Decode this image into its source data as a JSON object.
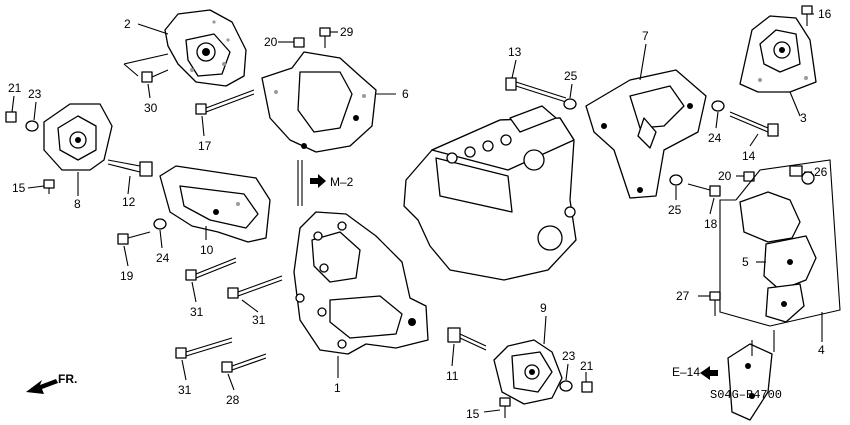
{
  "diagram_code": "S04G–B4700",
  "direction_label": "FR.",
  "refs": {
    "m2": "M–2",
    "e14": "E–14"
  },
  "callouts": {
    "c1": "1",
    "c2": "2",
    "c3": "3",
    "c4": "4",
    "c5": "5",
    "c6": "6",
    "c7": "7",
    "c8": "8",
    "c9": "9",
    "c10": "10",
    "c11": "11",
    "c12": "12",
    "c13": "13",
    "c14": "14",
    "c15": "15",
    "c16": "16",
    "c17": "17",
    "c18": "18",
    "c19": "19",
    "c20": "20",
    "c21": "21",
    "c23": "23",
    "c24": "24",
    "c25": "25",
    "c26": "26",
    "c27": "27",
    "c28": "28",
    "c29": "29",
    "c30": "30",
    "c31": "31"
  }
}
